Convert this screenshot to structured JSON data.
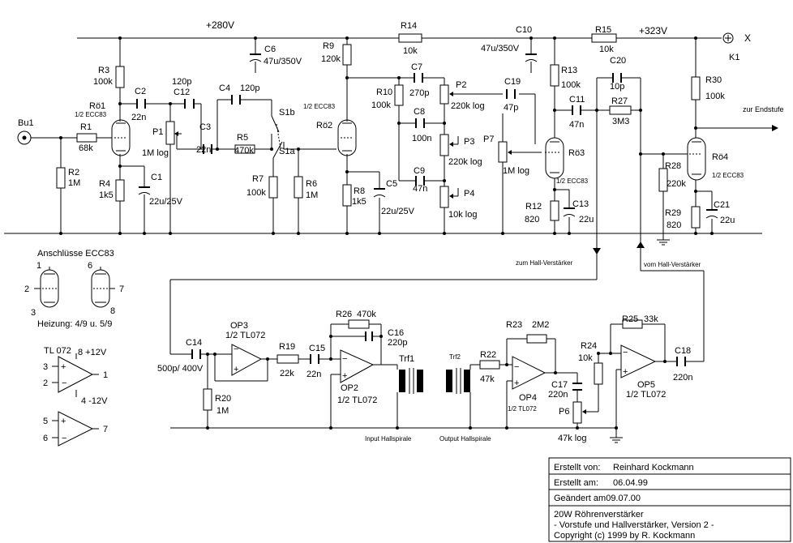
{
  "rails": {
    "hv1": "+280V",
    "hv2": "+323V",
    "connector_x": "X",
    "connector_k1": "K1",
    "to_output": "zur Endstufe",
    "input_jack": "Bu1",
    "to_reverb": "zum Hall-Verstärker",
    "from_reverb": "vom Hall-Verstärker"
  },
  "components": {
    "R1": {
      "ref": "R1",
      "value": "68k"
    },
    "R2": {
      "ref": "R2",
      "value": "1M"
    },
    "R3": {
      "ref": "R3",
      "value": "100k"
    },
    "R4": {
      "ref": "R4",
      "value": "1k5"
    },
    "R5": {
      "ref": "R5",
      "value": "470k"
    },
    "R6": {
      "ref": "R6",
      "value": "1M"
    },
    "R7": {
      "ref": "R7",
      "value": "100k"
    },
    "R8": {
      "ref": "R8",
      "value": "1k5"
    },
    "R9": {
      "ref": "R9",
      "value": "120k"
    },
    "R10": {
      "ref": "R10",
      "value": "100k"
    },
    "R12": {
      "ref": "R12",
      "value": "820"
    },
    "R13": {
      "ref": "R13",
      "value": "100k"
    },
    "R14": {
      "ref": "R14",
      "value": "10k"
    },
    "R15": {
      "ref": "R15",
      "value": "10k"
    },
    "R19": {
      "ref": "R19",
      "value": "22k"
    },
    "R20": {
      "ref": "R20",
      "value": "1M"
    },
    "R22": {
      "ref": "R22",
      "value": "47k"
    },
    "R23": {
      "ref": "R23",
      "value": "2M2"
    },
    "R24": {
      "ref": "R24",
      "value": "10k"
    },
    "R25": {
      "ref": "R25",
      "value": "33k"
    },
    "R26": {
      "ref": "R26",
      "value": "470k"
    },
    "R27": {
      "ref": "R27",
      "value": "3M3"
    },
    "R28": {
      "ref": "R28",
      "value": "220k"
    },
    "R29": {
      "ref": "R29",
      "value": "820"
    },
    "R30": {
      "ref": "R30",
      "value": "100k"
    },
    "C1": {
      "ref": "C1",
      "value": "22u/25V"
    },
    "C2": {
      "ref": "C2",
      "value": "22n"
    },
    "C3": {
      "ref": "C3",
      "value": "22n"
    },
    "C4": {
      "ref": "C4",
      "value": "120p"
    },
    "C5": {
      "ref": "C5",
      "value": "22u/25V"
    },
    "C6": {
      "ref": "C6",
      "value": "47u/350V"
    },
    "C7": {
      "ref": "C7",
      "value": "270p"
    },
    "C8": {
      "ref": "C8",
      "value": "100n"
    },
    "C9": {
      "ref": "C9",
      "value": "47n"
    },
    "C10": {
      "ref": "C10",
      "value": "47u/350V"
    },
    "C11": {
      "ref": "C11",
      "value": "47n"
    },
    "C12": {
      "ref": "C12",
      "value": "120p"
    },
    "C13": {
      "ref": "C13",
      "value": "22u"
    },
    "C14": {
      "ref": "C14",
      "value": "500p/ 400V"
    },
    "C15": {
      "ref": "C15",
      "value": "22n"
    },
    "C16": {
      "ref": "C16",
      "value": "220p"
    },
    "C17": {
      "ref": "C17",
      "value": "220n"
    },
    "C18": {
      "ref": "C18",
      "value": "220n"
    },
    "C19": {
      "ref": "C19",
      "value": "47p"
    },
    "C20": {
      "ref": "C20",
      "value": "10p"
    },
    "C21": {
      "ref": "C21",
      "value": "22u"
    },
    "P1": {
      "ref": "P1",
      "value": "1M log"
    },
    "P2": {
      "ref": "P2",
      "value": "220k log"
    },
    "P3": {
      "ref": "P3",
      "value": "220k log"
    },
    "P4": {
      "ref": "P4",
      "value": "10k log"
    },
    "P6": {
      "ref": "P6",
      "value": "47k log"
    },
    "P7": {
      "ref": "P7",
      "value": "1M log"
    },
    "S1a": {
      "ref": "S1a"
    },
    "S1b": {
      "ref": "S1b"
    },
    "Ro1": {
      "ref": "Rö1",
      "type": "1/2 ECC83"
    },
    "Ro2": {
      "ref": "Rö2",
      "type": "1/2 ECC83"
    },
    "Ro3": {
      "ref": "Rö3",
      "type": "1/2 ECC83"
    },
    "Ro4": {
      "ref": "Rö4",
      "type": "1/2 ECC83"
    },
    "OP2": {
      "ref": "OP2",
      "type": "1/2 TL072"
    },
    "OP3": {
      "ref": "OP3",
      "type": "1/2 TL072"
    },
    "OP4": {
      "ref": "OP4",
      "type": "1/2 TL072"
    },
    "OP5": {
      "ref": "OP5",
      "type": "1/2 TL072"
    },
    "Trf1": {
      "ref": "Trf1",
      "label": "Input Hallspirale"
    },
    "Trf2": {
      "ref": "Trf2",
      "label": "Output Hallspirale"
    }
  },
  "legend": {
    "ecc83_title": "Anschlüsse ECC83",
    "heating": "Heizung: 4/9 u. 5/9",
    "tl072_title": "TL 072",
    "pins": [
      "1",
      "2",
      "3",
      "6",
      "7",
      "8"
    ],
    "opamp_pins1": {
      "p8": "8 +12V",
      "p3": "3",
      "p2": "2",
      "p1": "1",
      "p4": "4 -12V"
    },
    "opamp_pins2": {
      "p5": "5",
      "p6": "6",
      "p7": "7"
    }
  },
  "title_block": {
    "author_label": "Erstellt von:",
    "author": "Reinhard Kockmann",
    "created_label": "Erstellt am:",
    "created": "06.04.99",
    "modified": "Geändert am09.07.00",
    "line1": "20W Röhrenverstärker",
    "line2": "- Vorstufe und Hallverstärker, Version 2 -",
    "line3": "Copyright (c) 1999 by R. Kockmann"
  }
}
